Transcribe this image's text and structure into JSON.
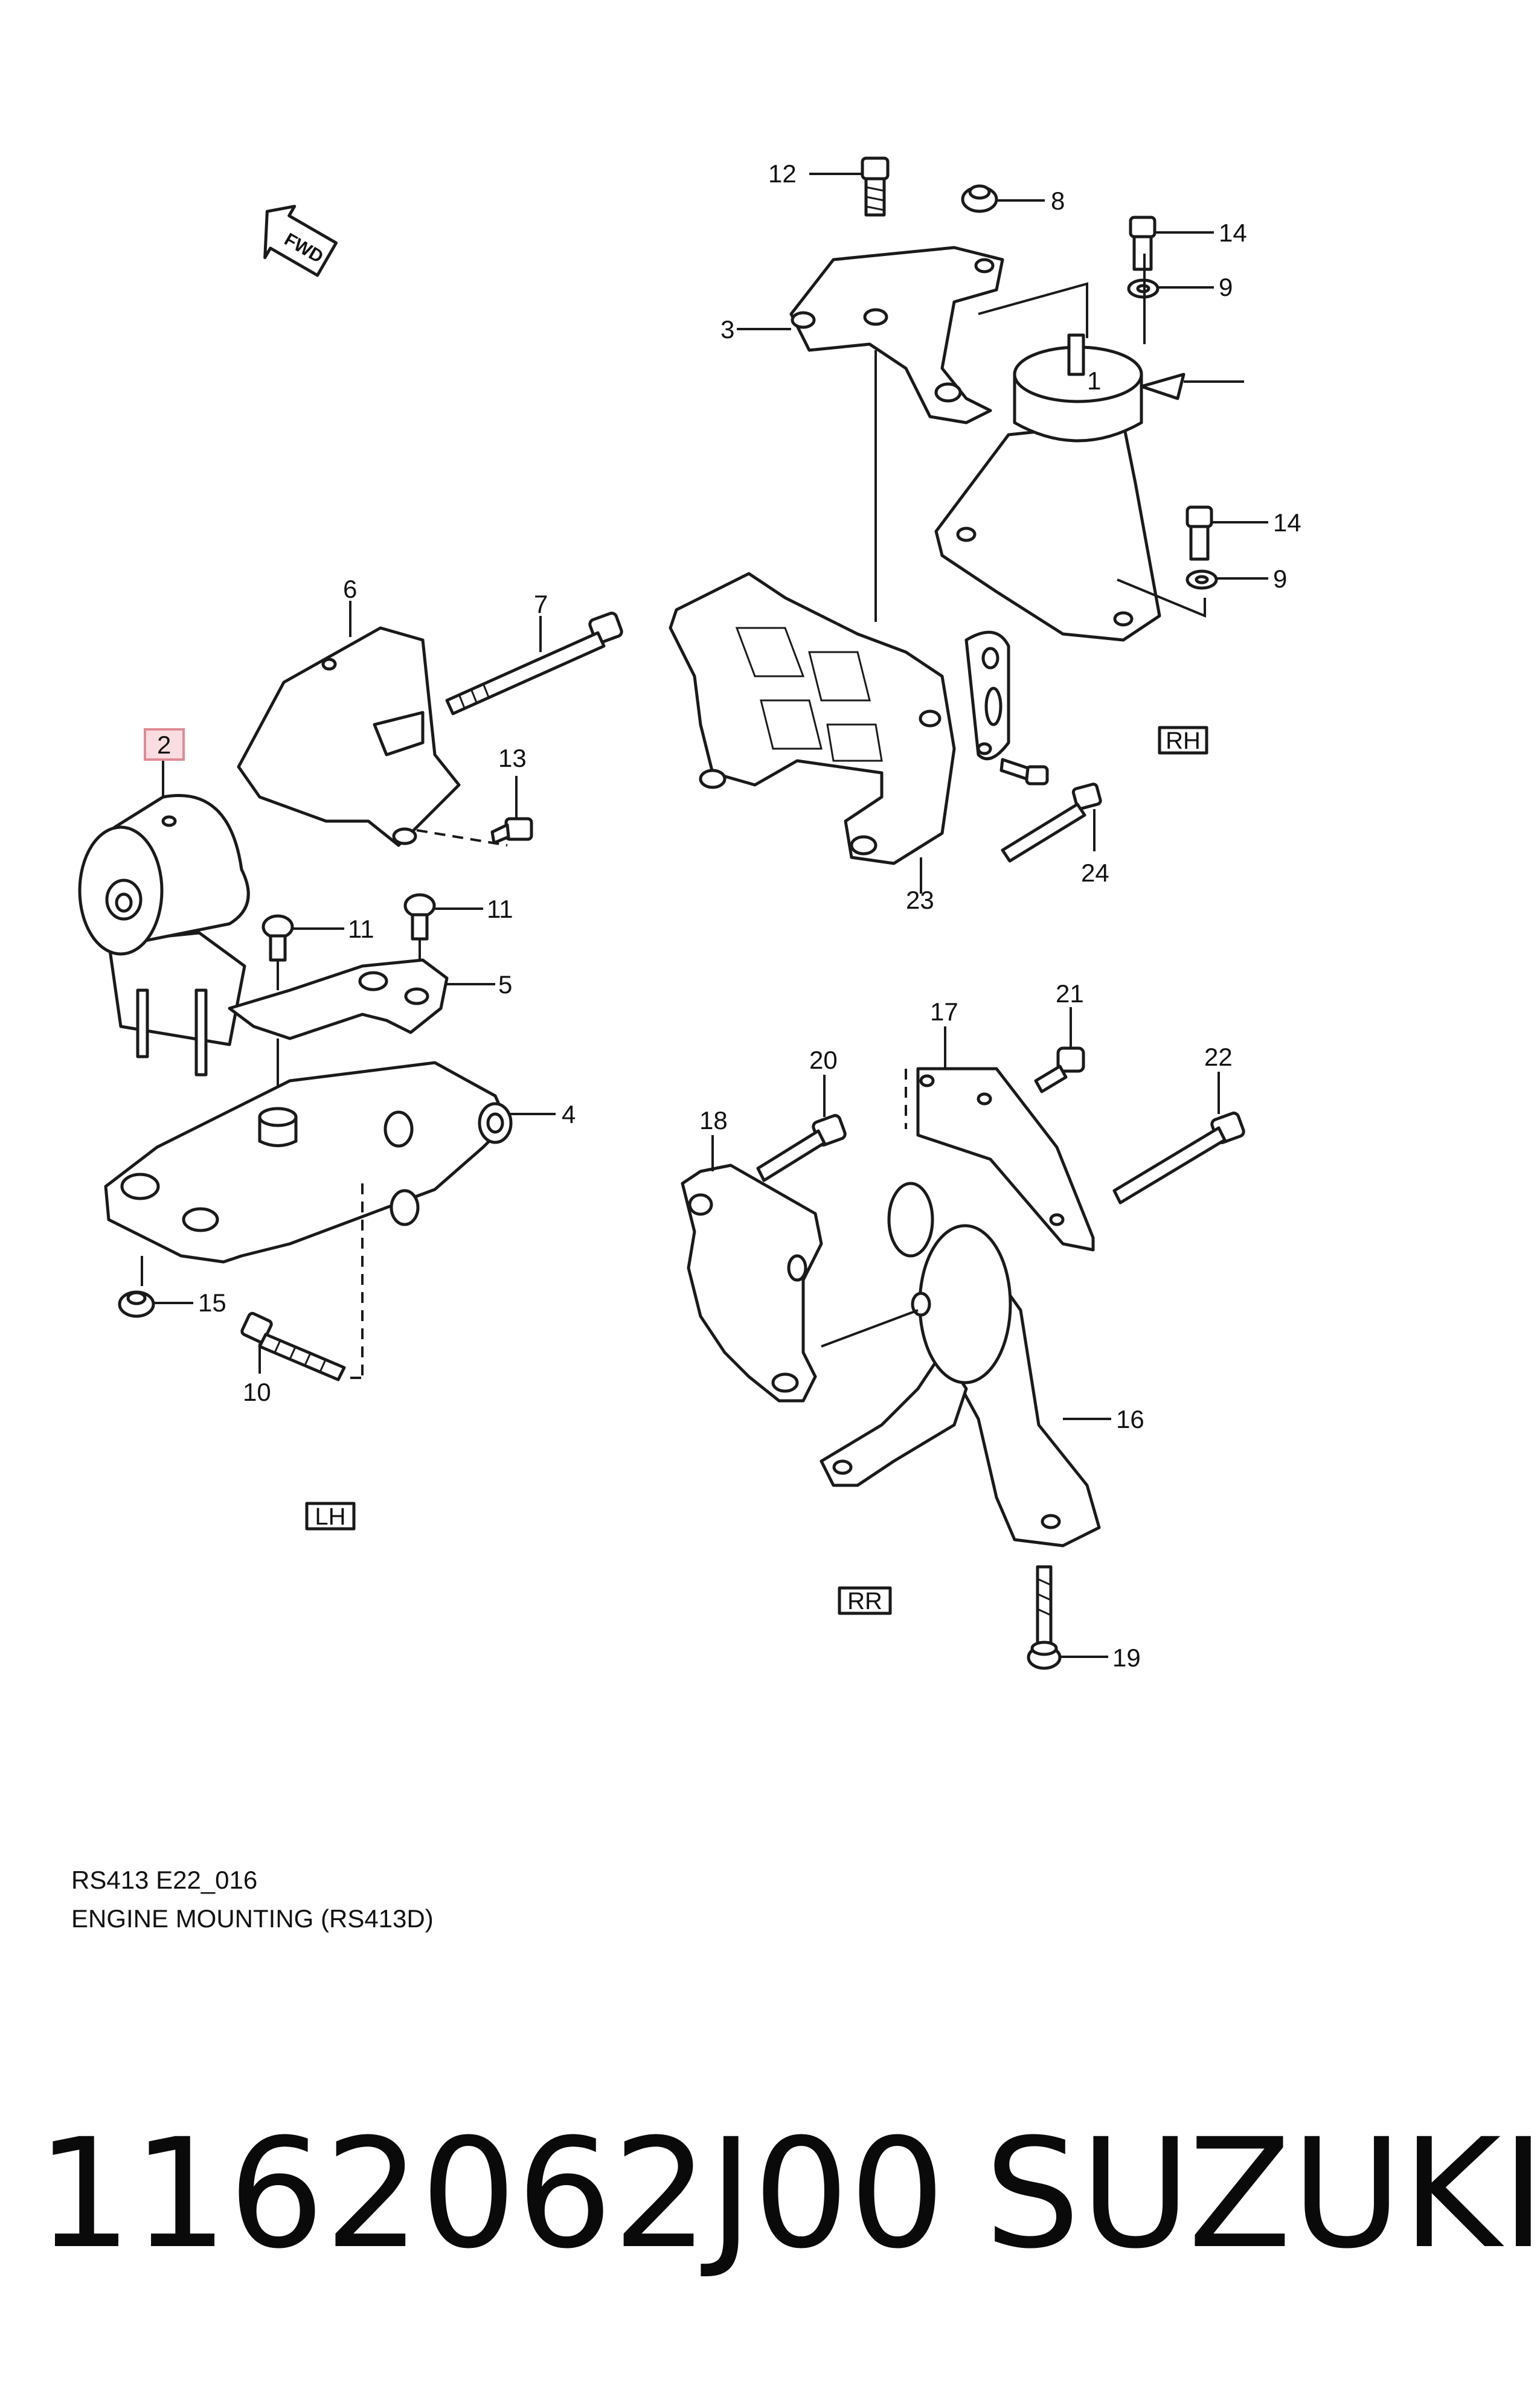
{
  "diagram": {
    "fwd_label": "FWD",
    "callouts": {
      "c1": "1",
      "c2": "2",
      "c3": "3",
      "c4": "4",
      "c5": "5",
      "c6": "6",
      "c7": "7",
      "c8": "8",
      "c9a": "9",
      "c9b": "9",
      "c10": "10",
      "c11a": "11",
      "c11b": "11",
      "c12": "12",
      "c13": "13",
      "c14a": "14",
      "c14b": "14",
      "c15": "15",
      "c16": "16",
      "c17": "17",
      "c18": "18",
      "c19": "19",
      "c20": "20",
      "c21": "21",
      "c22": "22",
      "c23": "23",
      "c24": "24"
    },
    "highlighted_callout": "2",
    "highlight_color": "#e08a94",
    "highlight_fill": "#f9dde0",
    "group_labels": {
      "rh": "RH",
      "lh": "LH",
      "rr": "RR"
    },
    "caption": {
      "code": "RS413 E22_016",
      "title": "ENGINE MOUNTING (RS413D)"
    }
  },
  "footer": {
    "part_number": "1162062J00",
    "brand": "SUZUKI"
  }
}
